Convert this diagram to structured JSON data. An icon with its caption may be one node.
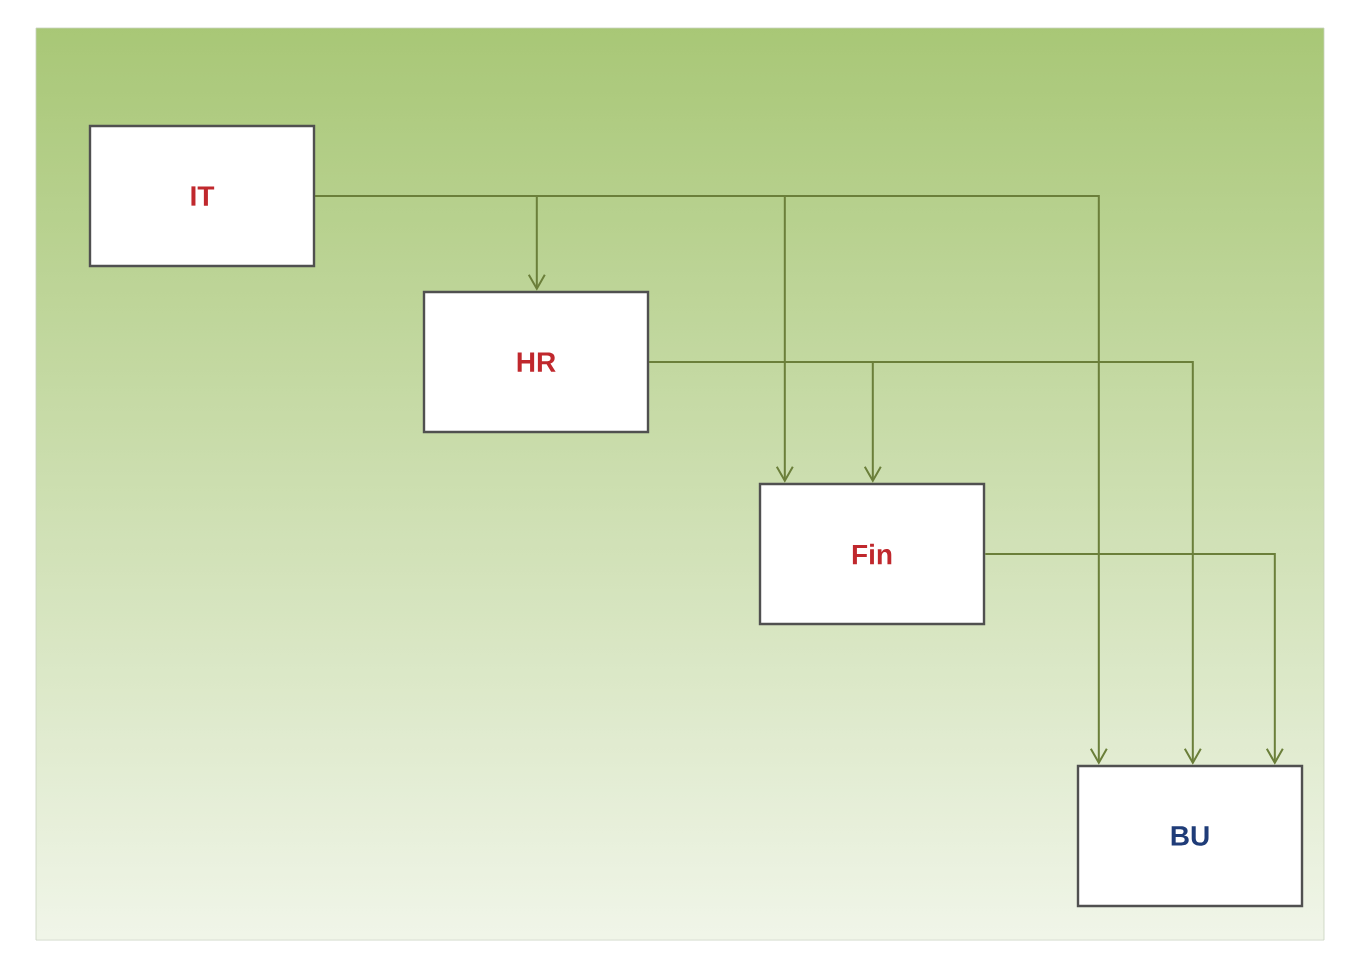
{
  "diagram": {
    "nodes": [
      {
        "text": [
          "IT"
        ]
      },
      {
        "text": [
          "HR"
        ]
      },
      {
        "text": [
          "Fin"
        ]
      },
      {
        "text": [
          "BU"
        ]
      }
    ],
    "edges": [
      {
        "from": 0,
        "to": 1,
        "arrow": "to"
      },
      {
        "from": 0,
        "to": 2,
        "arrow": "to"
      },
      {
        "from": 0,
        "to": 3,
        "arrow": "to"
      },
      {
        "from": 1,
        "to": 2,
        "arrow": "to"
      },
      {
        "from": 1,
        "to": 3,
        "arrow": "to"
      },
      {
        "from": 2,
        "to": 3,
        "arrow": "to"
      }
    ]
  }
}
